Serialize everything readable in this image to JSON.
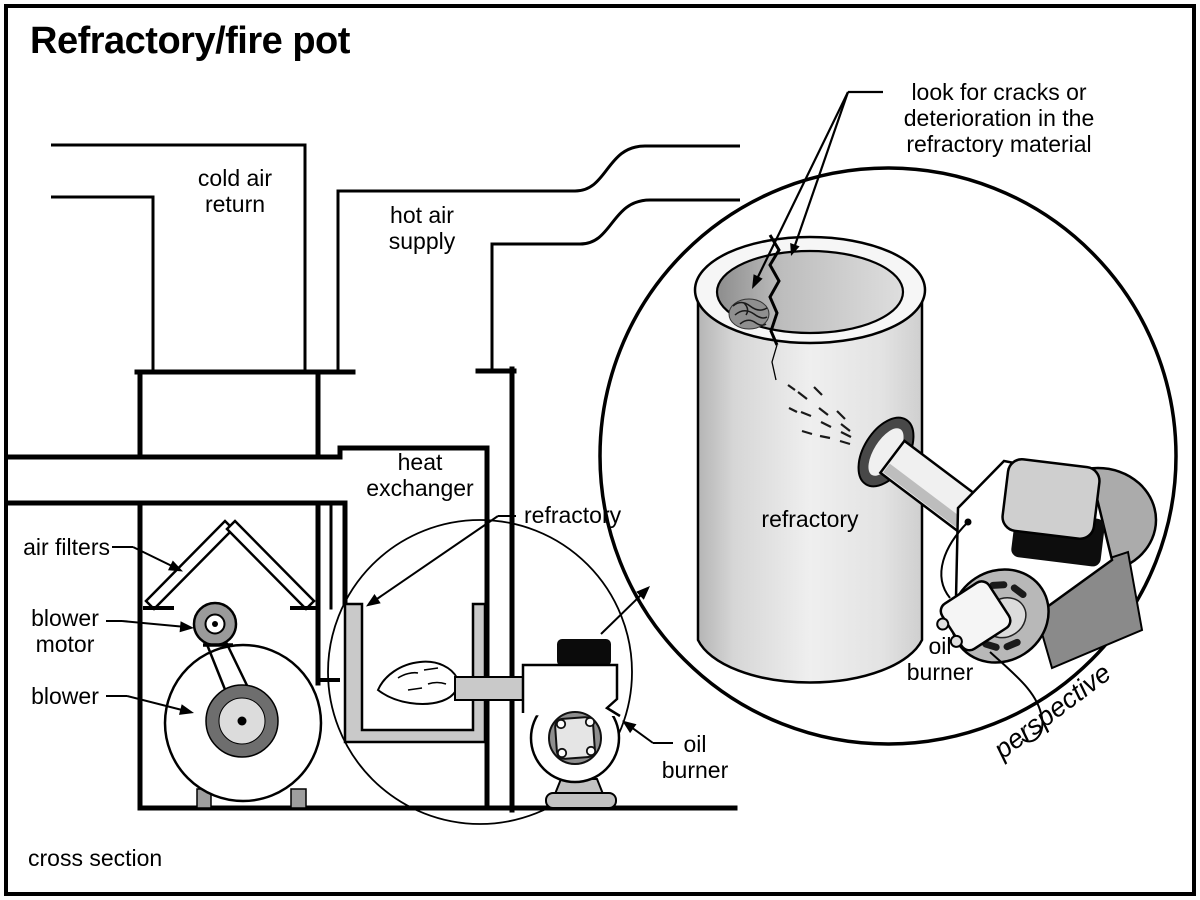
{
  "title": "Refractory/fire pot",
  "captions": {
    "cross_section": "cross section",
    "perspective": "perspective"
  },
  "labels": {
    "cold_air_return": "cold air\nreturn",
    "hot_air_supply": "hot air\nsupply",
    "heat_exchanger": "heat\nexchanger",
    "refractory_cross": "refractory",
    "air_filters": "air filters",
    "blower_motor": "blower\nmotor",
    "blower": "blower",
    "oil_burner_cross": "oil\nburner",
    "inspection_note": "look for cracks or\ndeterioration in the\nrefractory material",
    "refractory_perspective": "refractory",
    "oil_burner_perspective": "oil\nburner"
  },
  "colors": {
    "line": "#000000",
    "background": "#ffffff",
    "refractory_gray": "#c9c9c9",
    "cylinder_gray": "#e2e2e2",
    "blower_ring_gray": "#6e6e6e",
    "motor_gray": "#9a9a9a",
    "pedestal_gray": "#c2c2c2",
    "burner_cap_black": "#0b0b0b"
  }
}
